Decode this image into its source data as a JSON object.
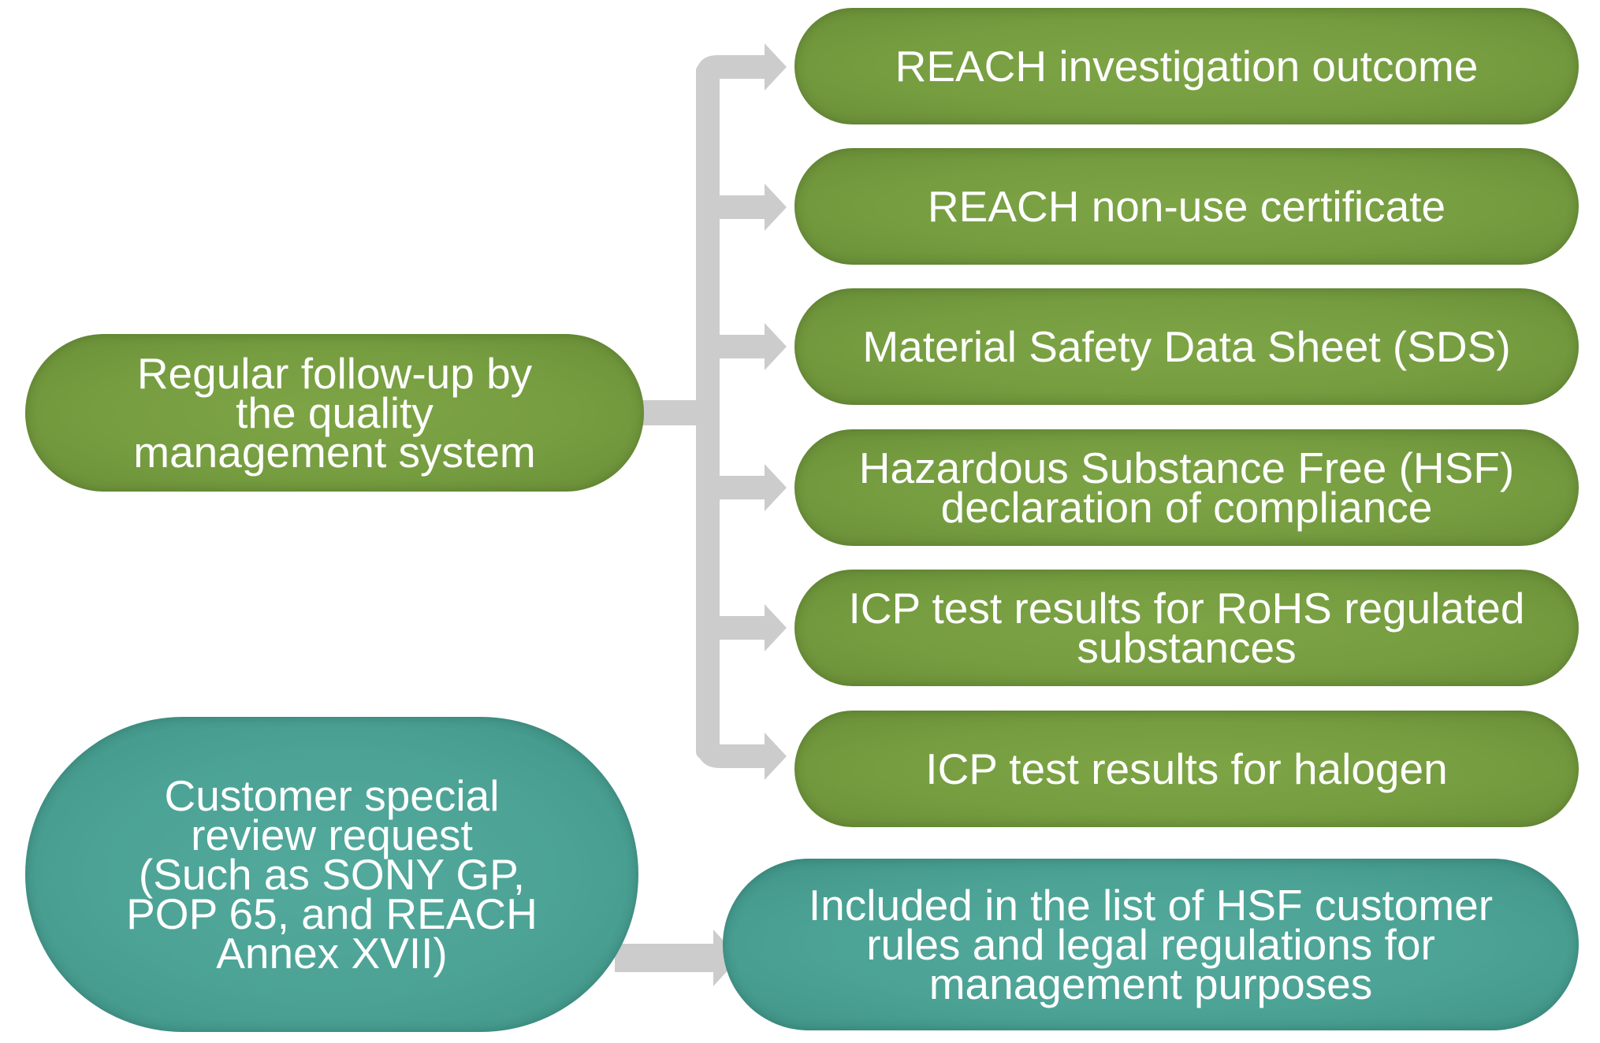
{
  "sources": {
    "quality": {
      "label": "Regular follow-up by\nthe quality\nmanagement system",
      "color": "#769d40"
    },
    "customer": {
      "label": "Customer special\nreview request\n(Such as SONY GP,\nPOP 65, and REACH\nAnnex XVII)",
      "color": "#4ca395"
    }
  },
  "outputs": [
    {
      "label": "REACH investigation outcome"
    },
    {
      "label": "REACH non-use certificate"
    },
    {
      "label": "Material Safety Data Sheet (SDS)"
    },
    {
      "label": "Hazardous Substance Free (HSF)\ndeclaration of compliance"
    },
    {
      "label": "ICP test results for RoHS regulated\nsubstances"
    },
    {
      "label": "ICP test results for halogen"
    }
  ],
  "customer_output": {
    "label": "Included in the list of HSF customer\nrules and legal regulations for\nmanagement purposes"
  },
  "colors": {
    "connector": "#cccccc",
    "text": "#ffffff"
  }
}
